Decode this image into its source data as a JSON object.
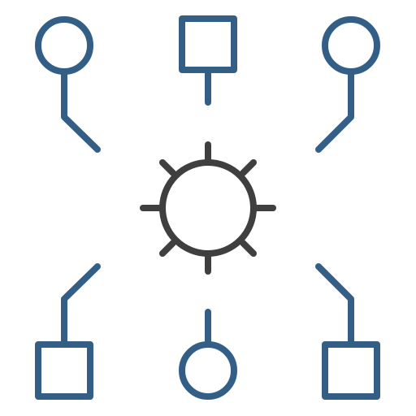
{
  "icon": {
    "name": "network-hub-icon",
    "colors": {
      "node_stroke": "#335f87",
      "hub_stroke": "#3f3f3f",
      "background": "#ffffff"
    },
    "hub": {
      "name": "gear-hub-icon",
      "ray_count": 8
    },
    "nodes": [
      {
        "id": "top-left",
        "shape": "circle"
      },
      {
        "id": "top-center",
        "shape": "square"
      },
      {
        "id": "top-right",
        "shape": "circle"
      },
      {
        "id": "bottom-left",
        "shape": "square"
      },
      {
        "id": "bottom-center",
        "shape": "circle"
      },
      {
        "id": "bottom-right",
        "shape": "square"
      }
    ]
  }
}
